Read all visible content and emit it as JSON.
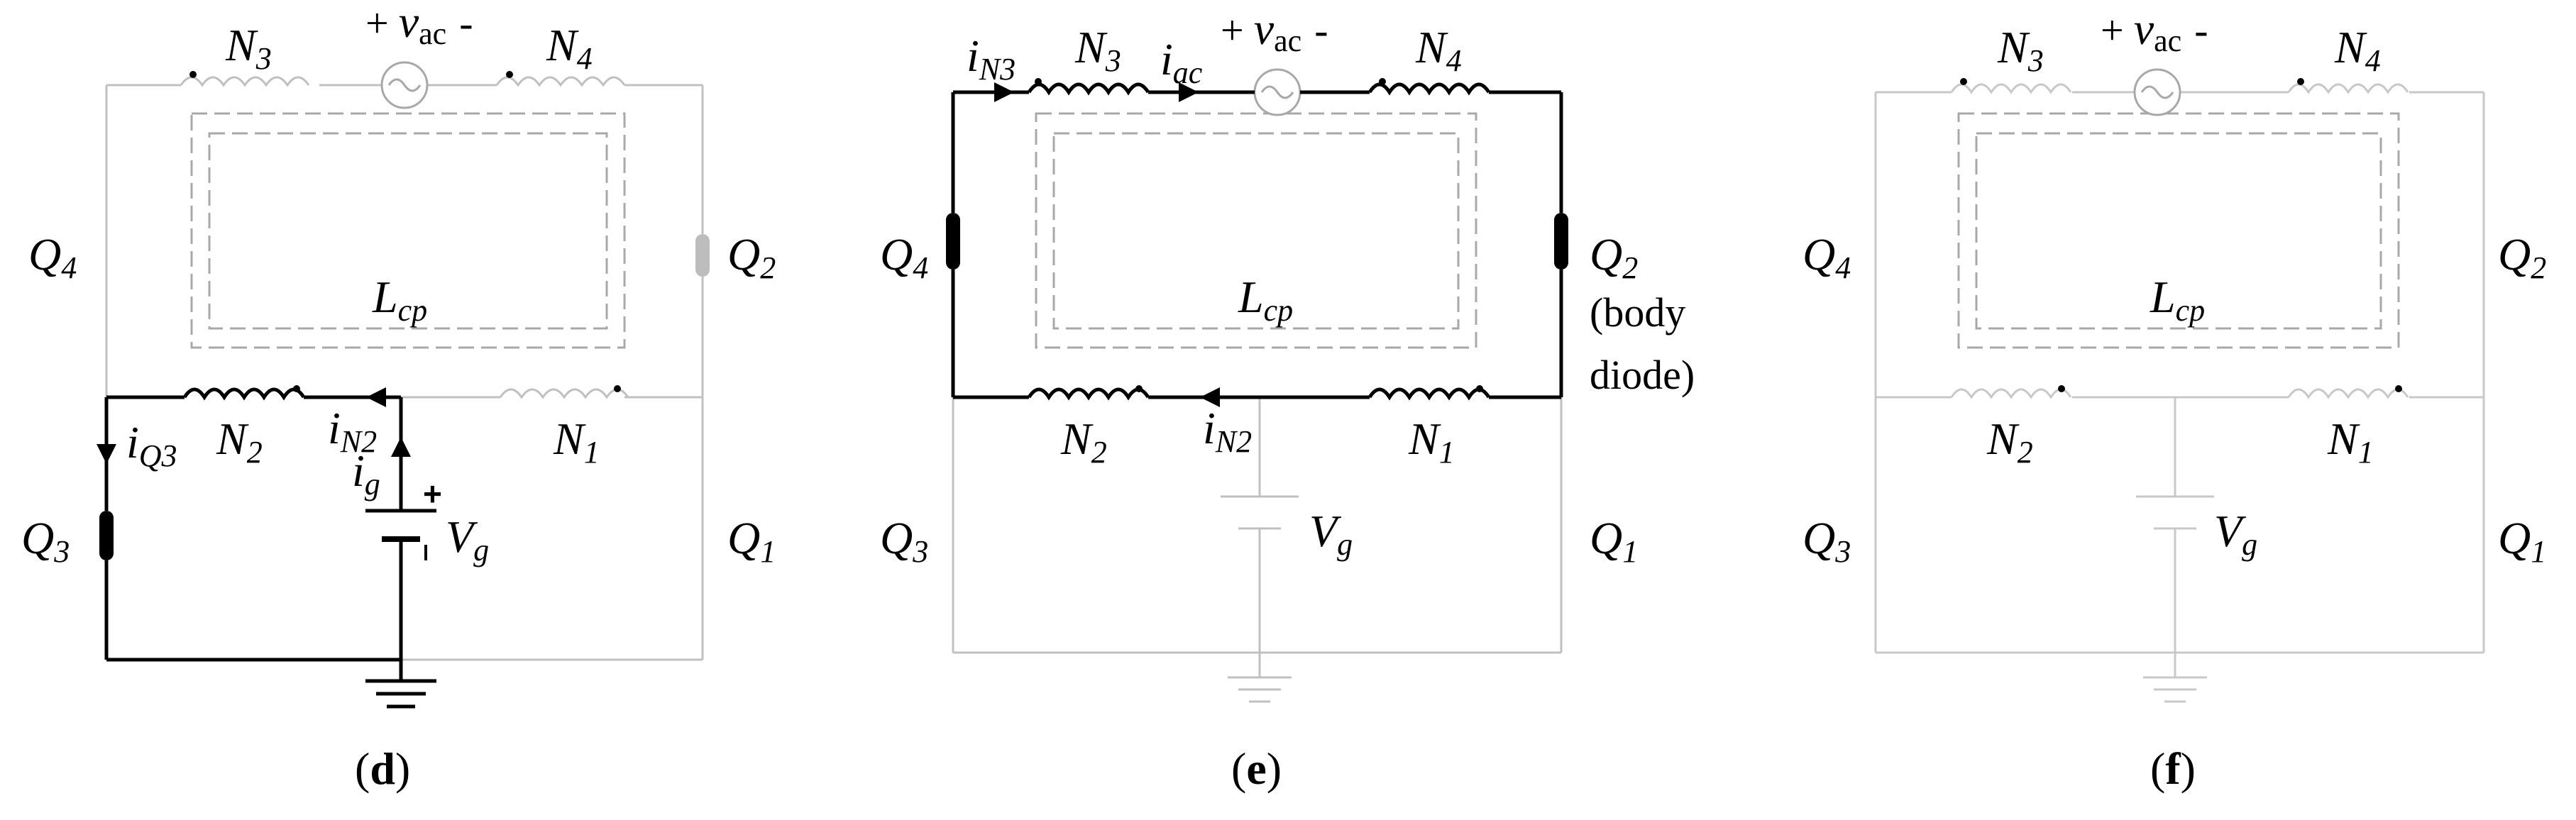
{
  "colors": {
    "active": "#000000",
    "inactive": "#c0c0c0",
    "core": "#a8a8a8",
    "q2_gray": "#bdbdbd"
  },
  "panels": [
    {
      "caption_open": "(",
      "caption_letter": "d",
      "caption_close": ")",
      "vac_plus": "+",
      "vac_v": "v",
      "vac_sub": "ac",
      "vac_minus": "-",
      "n3": "N",
      "n3_sub": "3",
      "n4": "N",
      "n4_sub": "4",
      "n1": "N",
      "n1_sub": "1",
      "n2": "N",
      "n2_sub": "2",
      "q1": "Q",
      "q1_sub": "1",
      "q2": "Q",
      "q2_sub": "2",
      "q3": "Q",
      "q3_sub": "3",
      "q4": "Q",
      "q4_sub": "4",
      "lcp": "L",
      "lcp_sub": "cp",
      "vg": "V",
      "vg_sub": "g",
      "iq3": "i",
      "iq3_sub": "Q3",
      "in2": "i",
      "in2_sub": "N2",
      "ig": "i",
      "ig_sub": "g"
    },
    {
      "caption_open": "(",
      "caption_letter": "e",
      "caption_close": ")",
      "vac_plus": "+",
      "vac_v": "v",
      "vac_sub": "ac",
      "vac_minus": "-",
      "n3": "N",
      "n3_sub": "3",
      "n4": "N",
      "n4_sub": "4",
      "n1": "N",
      "n1_sub": "1",
      "n2": "N",
      "n2_sub": "2",
      "q1": "Q",
      "q1_sub": "1",
      "q2": "Q",
      "q2_sub": "2",
      "q3": "Q",
      "q3_sub": "3",
      "q4": "Q",
      "q4_sub": "4",
      "lcp": "L",
      "lcp_sub": "cp",
      "vg": "V",
      "vg_sub": "g",
      "in3": "i",
      "in3_sub": "N3",
      "iac": "i",
      "iac_sub": "ac",
      "in2": "i",
      "in2_sub": "N2",
      "body_line1": "(body",
      "body_line2": "diode)"
    },
    {
      "caption_open": "(",
      "caption_letter": "f",
      "caption_close": ")",
      "vac_plus": "+",
      "vac_v": "v",
      "vac_sub": "ac",
      "vac_minus": "-",
      "n3": "N",
      "n3_sub": "3",
      "n4": "N",
      "n4_sub": "4",
      "n1": "N",
      "n1_sub": "1",
      "n2": "N",
      "n2_sub": "2",
      "q1": "Q",
      "q1_sub": "1",
      "q2": "Q",
      "q2_sub": "2",
      "q3": "Q",
      "q3_sub": "3",
      "q4": "Q",
      "q4_sub": "4",
      "lcp": "L",
      "lcp_sub": "cp",
      "vg": "V",
      "vg_sub": "g"
    }
  ]
}
